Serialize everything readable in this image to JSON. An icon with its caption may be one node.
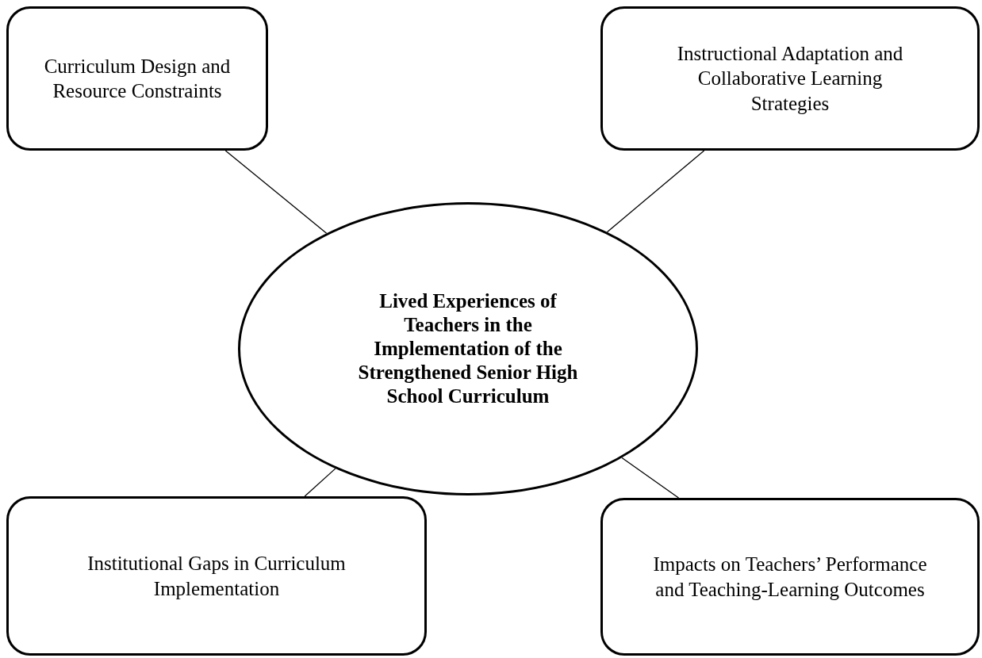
{
  "diagram": {
    "nodes": [
      {
        "text": [
          "Curriculum Design and Resource Constraints"
        ]
      },
      {
        "text": [
          "Instructional Adaptation and Collaborative Learning Strategies"
        ]
      },
      {
        "text": [
          "Lived Experiences of Teachers in the Implementation of the Strengthened Senior High School Curriculum"
        ]
      },
      {
        "text": [
          "Institutional Gaps in Curriculum Implementation"
        ]
      },
      {
        "text": [
          "Impacts on Teachers’ Performance and Teaching-Learning Outcomes"
        ]
      }
    ],
    "edges": [
      {
        "from": 0,
        "to": 2,
        "arrow": "none"
      },
      {
        "from": 1,
        "to": 2,
        "arrow": "none"
      },
      {
        "from": 3,
        "to": 2,
        "arrow": "none"
      },
      {
        "from": 4,
        "to": 2,
        "arrow": "none"
      }
    ]
  }
}
